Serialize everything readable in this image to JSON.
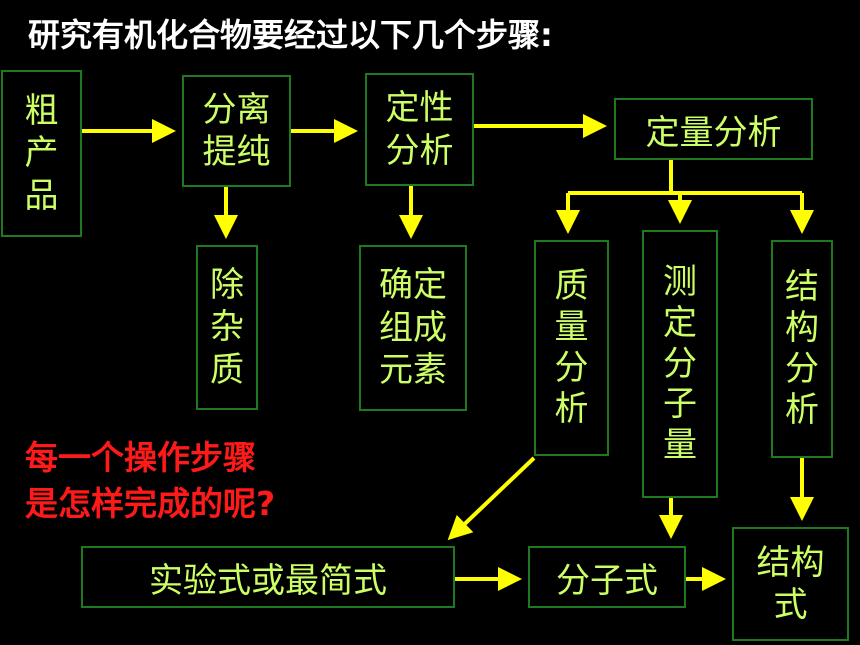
{
  "title": "研究有机化合物要经过以下几个步骤:",
  "boxes": {
    "crude": "粗\n产\n品",
    "separate": "分离\n提纯",
    "qualitative": "定性\n分析",
    "quantitative": "定量分析",
    "remove_impurity": "除\n杂\n质",
    "determine_composition": "确定\n组成\n元素",
    "mass_analysis": "质\n量\n分\n析",
    "molecular_mass": "测\n定\n分\n子\n量",
    "structure_analysis": "结\n构\n分\n析",
    "empirical_formula": "实验式或最简式",
    "molecular_formula": "分子式",
    "structural_formula": "结构\n式"
  },
  "question": [
    "每一个操作步骤",
    "是怎样完成的呢?"
  ],
  "colors": {
    "arrow": "#ffff00",
    "box_border": "#1f7a1f",
    "box_text": "#ccff66",
    "question": "#ff1a1a"
  }
}
